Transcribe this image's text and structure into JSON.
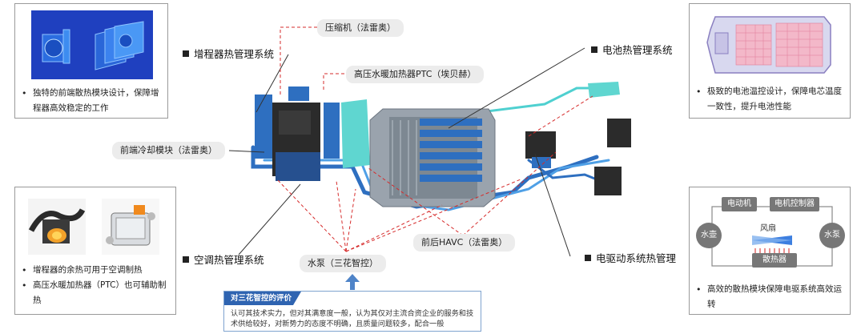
{
  "panels": {
    "top_left": {
      "bullets": [
        "独特的前端散热模块设计，保障增程器高效稳定的工作"
      ]
    },
    "top_right": {
      "bullets": [
        "极致的电池温控设计，保障电芯温度一致性，提升电池性能"
      ]
    },
    "bottom_left": {
      "bullets": [
        "增程器的余热可用于空调制热",
        "高压水暖加热器（PTC）也可辅助制热"
      ]
    },
    "bottom_right": {
      "bullets": [
        "高效的散热模块保障电驱系统高效运转"
      ],
      "schematic": {
        "motor": "电动机",
        "controller": "电机控制器",
        "kettle": "水壶",
        "pump": "水泵",
        "fan": "风扇",
        "radiator": "散热器"
      }
    }
  },
  "section_labels": {
    "range_extender": "增程器热管理系统",
    "battery": "电池热管理系统",
    "ac": "空调热管理系统",
    "edrive": "电驱动系统热管理"
  },
  "callouts": {
    "compressor": "压缩机（法雷奥）",
    "ptc": "高压水暖加热器PTC（埃贝赫）",
    "front_cooling": "前端冷却模块（法雷奥）",
    "water_pump": "水泵（三花智控）",
    "hvac": "前后HAVC（法雷奥）"
  },
  "evaluation": {
    "title": "对三花智控的评价",
    "text": "认可其技术实力，但对其满意度一般，认为其仅对主流合资企业的服务和技术供给较好，对新势力的态度不明确，且质量问题较多，配合一般"
  },
  "colors": {
    "accent_blue": "#2f64b1",
    "dashed_red": "#d62b2b",
    "pipe_blue": "#2e6fc0",
    "cyan": "#4fd0d0"
  }
}
